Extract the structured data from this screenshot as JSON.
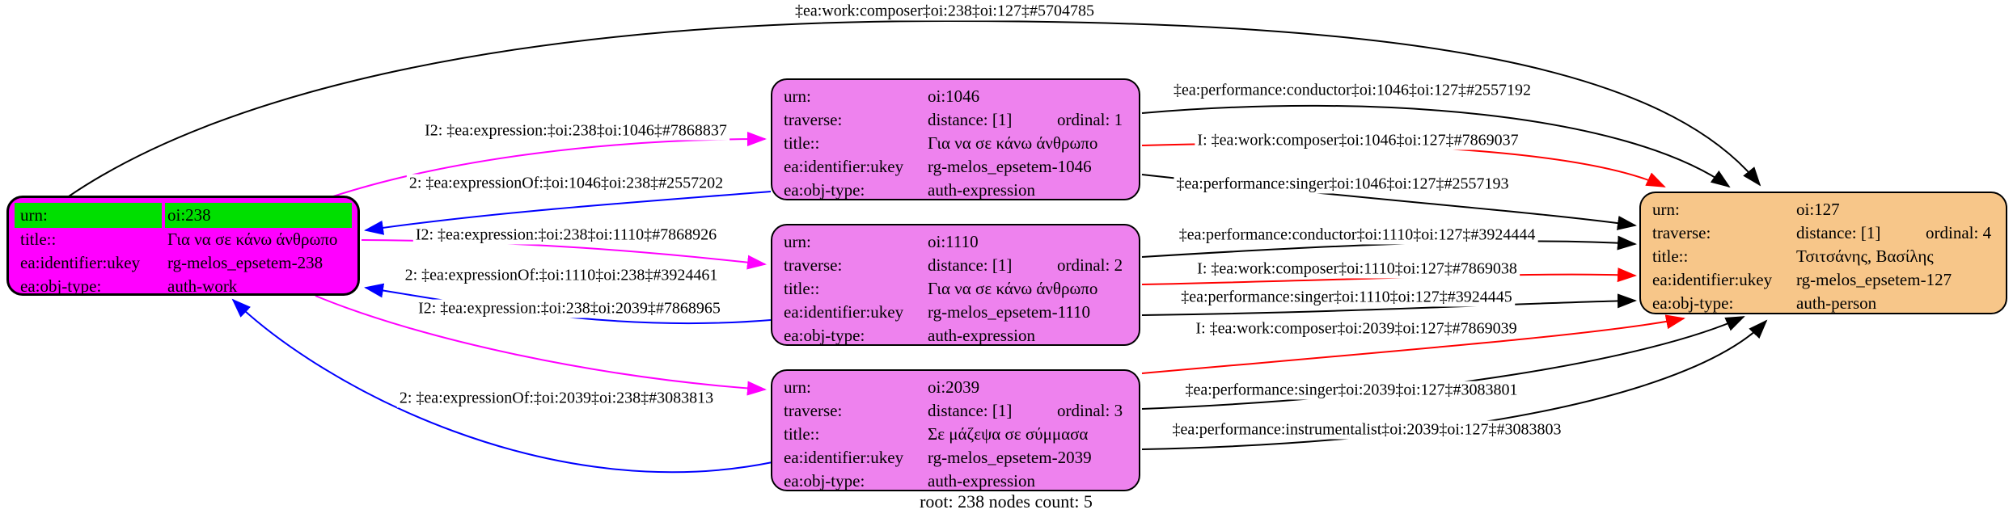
{
  "caption": "root: 238 nodes count: 5",
  "colors": {
    "root_fill": "#ff00ff",
    "root_highlight": "#00df00",
    "expression_fill": "#ee82ee",
    "person_fill": "#f7c689",
    "edge_black": "#000000",
    "edge_red": "#ff0000",
    "edge_blue": "#0000ff",
    "edge_magenta": "#ff00ff"
  },
  "field_labels": {
    "urn": "urn:",
    "traverse": "traverse:",
    "title": "title::",
    "id": "ea:identifier:ukey",
    "type": "ea:obj-type:"
  },
  "nodes": {
    "root": {
      "urn": "oi:238",
      "title": "Για να σε κάνω άνθρωπο",
      "id": "rg-melos_epsetem-238",
      "type": "auth-work"
    },
    "expr1046": {
      "urn": "oi:1046",
      "distance": "distance: [1]",
      "ordinal": "ordinal: 1",
      "title": "Για να σε κάνω άνθρωπο",
      "id": "rg-melos_epsetem-1046",
      "type": "auth-expression"
    },
    "expr1110": {
      "urn": "oi:1110",
      "distance": "distance: [1]",
      "ordinal": "ordinal: 2",
      "title": "Για να σε κάνω άνθρωπο",
      "id": "rg-melos_epsetem-1110",
      "type": "auth-expression"
    },
    "expr2039": {
      "urn": "oi:2039",
      "distance": "distance: [1]",
      "ordinal": "ordinal: 3",
      "title": "Σε μάζεψα σε σύμμασα",
      "id": "rg-melos_epsetem-2039",
      "type": "auth-expression"
    },
    "person127": {
      "urn": "oi:127",
      "distance": "distance: [1]",
      "ordinal": "ordinal: 4",
      "title": "Τσιτσάνης, Βασίλης",
      "id": "rg-melos_epsetem-127",
      "type": "auth-person"
    }
  },
  "edges": [
    {
      "text": "‡ea:work:composer‡oi:238‡oi:127‡#5704785",
      "color": "#000000"
    },
    {
      "text": "I2: ‡ea:expression:‡oi:238‡oi:1046‡#7868837",
      "color": "#ff00ff"
    },
    {
      "text": "2: ‡ea:expressionOf:‡oi:1046‡oi:238‡#2557202",
      "color": "#0000ff"
    },
    {
      "text": "I2: ‡ea:expression:‡oi:238‡oi:1110‡#7868926",
      "color": "#ff00ff"
    },
    {
      "text": "2: ‡ea:expressionOf:‡oi:1110‡oi:238‡#3924461",
      "color": "#0000ff"
    },
    {
      "text": "I2: ‡ea:expression:‡oi:238‡oi:2039‡#7868965",
      "color": "#ff00ff"
    },
    {
      "text": "2: ‡ea:expressionOf:‡oi:2039‡oi:238‡#3083813",
      "color": "#0000ff"
    },
    {
      "text": "‡ea:performance:conductor‡oi:1046‡oi:127‡#2557192",
      "color": "#000000"
    },
    {
      "text": "I: ‡ea:work:composer‡oi:1046‡oi:127‡#7869037",
      "color": "#ff0000"
    },
    {
      "text": "‡ea:performance:singer‡oi:1046‡oi:127‡#2557193",
      "color": "#000000"
    },
    {
      "text": "‡ea:performance:conductor‡oi:1110‡oi:127‡#3924444",
      "color": "#000000"
    },
    {
      "text": "I: ‡ea:work:composer‡oi:1110‡oi:127‡#7869038",
      "color": "#ff0000"
    },
    {
      "text": "‡ea:performance:singer‡oi:1110‡oi:127‡#3924445",
      "color": "#000000"
    },
    {
      "text": "I: ‡ea:work:composer‡oi:2039‡oi:127‡#7869039",
      "color": "#ff0000"
    },
    {
      "text": "‡ea:performance:singer‡oi:2039‡oi:127‡#3083801",
      "color": "#000000"
    },
    {
      "text": "‡ea:performance:instrumentalist‡oi:2039‡oi:127‡#3083803",
      "color": "#000000"
    }
  ]
}
